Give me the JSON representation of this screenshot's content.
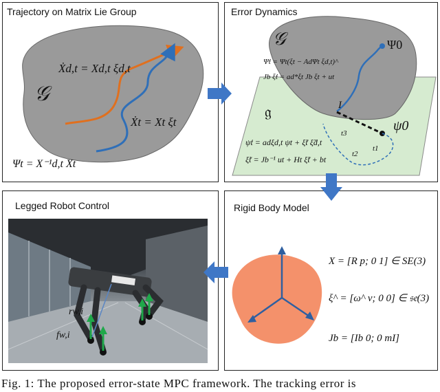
{
  "panels": {
    "trajectory": {
      "title": "Trajectory on Matrix Lie Group"
    },
    "error": {
      "title": "Error Dynamics"
    },
    "legged": {
      "title": "Legged Robot Control"
    },
    "rigid": {
      "title": "Rigid Body Model"
    }
  },
  "trajectory_math": {
    "group_symbol": "𝒢",
    "eq_desired": "Ẋd,t = Xd,t ξd,t",
    "eq_actual": "Ẋt = Xt ξt",
    "eq_error": "Ψt = X⁻¹d,t Xt"
  },
  "error_math": {
    "group_symbol": "𝒢",
    "algebra_symbol": "𝔤",
    "psi0_top": "Ψ0",
    "psi0_plane": "ψ0",
    "identity_label": "I",
    "t1": "t1",
    "t2": "t2",
    "t3": "t3",
    "eq_group_1": "Ψ̇t = Ψt(ξt − AdΨt ξd,t)^",
    "eq_group_2": "Jb ξ̇t = ad*ξt Jb ξt + ut",
    "eq_alg_1": "ψ̇t = adξd,t ψt + ξ̃t    ξ̃d,t",
    "eq_alg_2": "ξ̃t = Jb⁻¹ ut + Ht ξ̃t + bt"
  },
  "rigid_math": {
    "eq_X": "X = [R p; 0 1] ∈ SE(3)",
    "eq_xi": "ξ^ = [ω^ v; 0 0] ∈ 𝔰𝔢(3)",
    "eq_J": "Jb = [Ib 0; 0 mI]"
  },
  "robot_labels": {
    "r": "rw,i",
    "f": "fw,i"
  },
  "caption": "Fig. 1: The proposed error-state MPC framework. The tracking error is",
  "colors": {
    "group_gray": "#999999",
    "plane_green": "#d6ebd0",
    "orange": "#e0701f",
    "blue": "#2f6fb8",
    "arrow_blue": "#3f77c6",
    "rigid_orange": "#f4916b",
    "force_green": "#1fa84a"
  }
}
